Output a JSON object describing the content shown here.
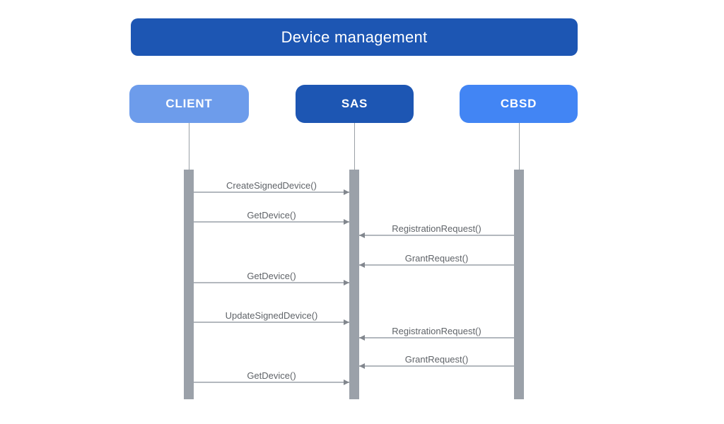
{
  "diagram": {
    "title": "Device management",
    "actors": [
      {
        "id": "CLIENT",
        "label": "CLIENT"
      },
      {
        "id": "SAS",
        "label": "SAS"
      },
      {
        "id": "CBSD",
        "label": "CBSD"
      }
    ],
    "messages": [
      {
        "label": "CreateSignedDevice()",
        "from": "CLIENT",
        "to": "SAS"
      },
      {
        "label": "GetDevice()",
        "from": "CLIENT",
        "to": "SAS"
      },
      {
        "label": "RegistrationRequest()",
        "from": "CBSD",
        "to": "SAS"
      },
      {
        "label": "GrantRequest()",
        "from": "CBSD",
        "to": "SAS"
      },
      {
        "label": "GetDevice()",
        "from": "CLIENT",
        "to": "SAS"
      },
      {
        "label": "UpdateSignedDevice()",
        "from": "CLIENT",
        "to": "SAS"
      },
      {
        "label": "RegistrationRequest()",
        "from": "CBSD",
        "to": "SAS"
      },
      {
        "label": "GrantRequest()",
        "from": "CBSD",
        "to": "SAS"
      },
      {
        "label": "GetDevice()",
        "from": "CLIENT",
        "to": "SAS"
      }
    ],
    "colors": {
      "title_bg": "#1d56b3",
      "client_bg": "#6d9ceb",
      "sas_bg": "#1d56b3",
      "cbsd_bg": "#4285f4",
      "activation_bar": "#9ba1a9",
      "arrow_line": "#b3b8be",
      "arrowhead": "#82878e",
      "label_text": "#5f6368",
      "title_text": "#ffffff",
      "actor_text": "#ffffff"
    }
  }
}
